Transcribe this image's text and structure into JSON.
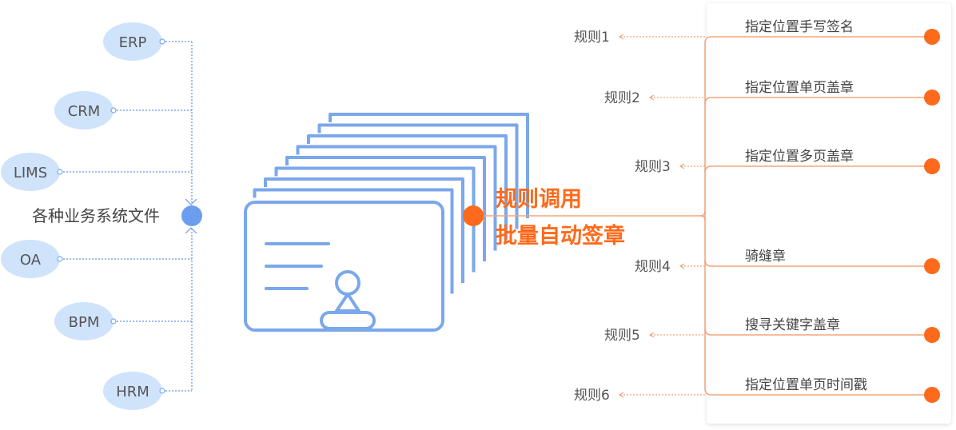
{
  "systems": {
    "title": "各种业务系统文件",
    "items": [
      "ERP",
      "CRM",
      "LIMS",
      "OA",
      "BPM",
      "HRM"
    ]
  },
  "center": {
    "line1": "规则调用",
    "line2": "批量自动签章"
  },
  "rules": [
    {
      "label": "规则1",
      "action": "指定位置手写签名"
    },
    {
      "label": "规则2",
      "action": "指定位置单页盖章"
    },
    {
      "label": "规则3",
      "action": "指定位置多页盖章"
    },
    {
      "label": "规则4",
      "action": "骑缝章"
    },
    {
      "label": "规则5",
      "action": "搜寻关键字盖章"
    },
    {
      "label": "规则6",
      "action": "指定位置单页时间戳"
    }
  ],
  "colors": {
    "blue": "#7ba7eb",
    "bubble": "#cfe3fb",
    "dot_blue": "#6c9ef0",
    "orange": "#fe6a1b",
    "orange_line": "#f3a57a",
    "text": "#444444"
  }
}
